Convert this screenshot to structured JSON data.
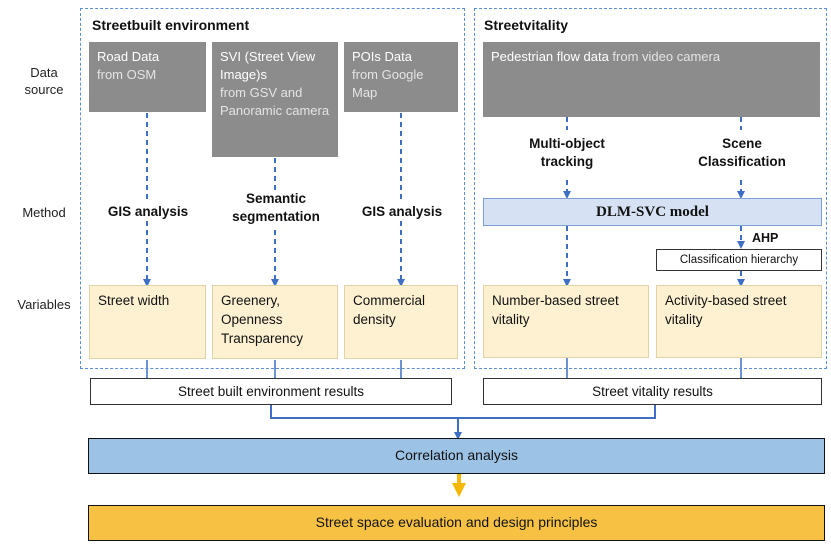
{
  "row_labels": {
    "data_source": "Data source",
    "method": "Method",
    "variables": "Variables"
  },
  "left_panel": {
    "title": "Streetbuilt environment",
    "sources": [
      {
        "main": "Road Data",
        "sub": "from OSM"
      },
      {
        "main": "SVI (Street View Image)s",
        "sub": "from GSV and Panoramic camera"
      },
      {
        "main": "POIs Data",
        "sub": "from Google Map"
      }
    ],
    "methods": [
      "GIS analysis",
      "Semantic segmentation",
      "GIS analysis"
    ],
    "variables": [
      "Street width",
      "Greenery, Openness Transparency",
      "Commercial density"
    ],
    "result": "Street built environment results"
  },
  "right_panel": {
    "title": "Streetvitality",
    "source": {
      "main": "Pedestrian flow data",
      "sub": "from video camera"
    },
    "methods": [
      "Multi-object tracking",
      "Scene Classification"
    ],
    "model": "DLM-SVC model",
    "ahp": "AHP",
    "hierarchy": "Classification hierarchy",
    "variables": [
      "Number-based street vitality",
      "Activity-based street vitality"
    ],
    "result": "Street vitality results"
  },
  "correlation": "Correlation analysis",
  "evaluation": "Street space evaluation and design principles",
  "colors": {
    "panel_border": "#5b8fd6",
    "source_box": "#8c8c8c",
    "variable_box": "#fdf1d2",
    "model_box": "#d6e2f4",
    "correlation_box": "#9cc2e6",
    "evaluation_box": "#f7c244",
    "arrow_blue": "#3d6fc4",
    "arrow_orange": "#f5b800"
  }
}
